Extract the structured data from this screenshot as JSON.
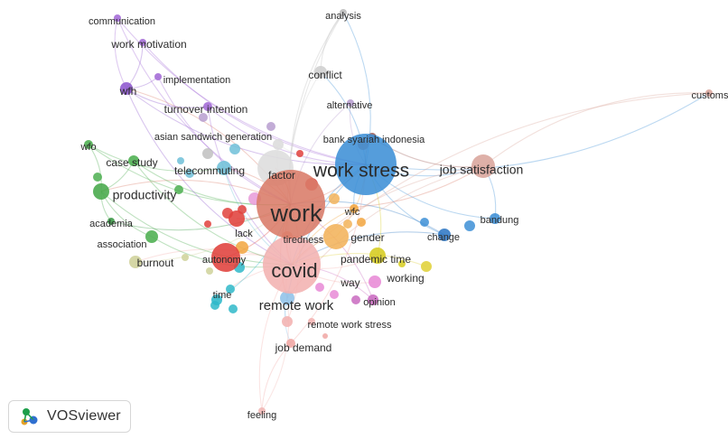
{
  "app": {
    "logo_text": "VOSviewer",
    "logo_icon": "vosviewer-logo-icon",
    "logo_colors": [
      "#1c9e4a",
      "#2f6fd0",
      "#e5a126"
    ]
  },
  "legend_colors": {
    "purple": "#a36ad6",
    "green": "#4caf50",
    "red": "#e0413c",
    "blue": "#3d8fd6",
    "gray": "#cfcfcf",
    "salmon": "#e9a9a5",
    "orange": "#f2b35b",
    "yellow": "#d6cc1f",
    "cyan": "#2fb8c9",
    "pink": "#e88ad6",
    "olive": "#cfd29a",
    "brown": "#b76b5f"
  },
  "network": {
    "nodes": [
      {
        "id": "communication",
        "label": "communication",
        "color": "#a36ad6",
        "size": 4
      },
      {
        "id": "work_motivation",
        "label": "work motivation",
        "color": "#a36ad6",
        "size": 4
      },
      {
        "id": "implementation",
        "label": "implementation",
        "color": "#a36ad6",
        "size": 4
      },
      {
        "id": "wfh",
        "label": "wfh",
        "color": "#8e58cf",
        "size": 7
      },
      {
        "id": "turnover_intention",
        "label": "turnover intention",
        "color": "#a36ad6",
        "size": 5
      },
      {
        "id": "analysis",
        "label": "analysis",
        "color": "#bcbcbc",
        "size": 4
      },
      {
        "id": "conflict",
        "label": "conflict",
        "color": "#cfcfcf",
        "size": 7
      },
      {
        "id": "alternative",
        "label": "alternative",
        "color": "#b79ecf",
        "size": 4
      },
      {
        "id": "asian_sandwich_generation",
        "label": "asian sandwich generation",
        "color": "#dcdcdc",
        "size": 6
      },
      {
        "id": "bank_syariah_indonesia",
        "label": "bank syariah indonesia",
        "color": "#9c5a52",
        "size": 5
      },
      {
        "id": "customs",
        "label": "customs",
        "color": "#d9a59c",
        "size": 4
      },
      {
        "id": "wfo",
        "label": "wfo",
        "color": "#4caf50",
        "size": 5
      },
      {
        "id": "case_study",
        "label": "case study",
        "color": "#4caf50",
        "size": 6
      },
      {
        "id": "telecommuting",
        "label": "telecommuting",
        "color": "#6fc0d8",
        "size": 8
      },
      {
        "id": "productivity",
        "label": "productivity",
        "color": "#47a84a",
        "size": 9
      },
      {
        "id": "factor",
        "label": "factor",
        "color": "#dddddd",
        "size": 20
      },
      {
        "id": "work",
        "label": "work",
        "color": "#d97b68",
        "size": 38
      },
      {
        "id": "work_stress",
        "label": "work stress",
        "color": "#3d8fd6",
        "size": 34
      },
      {
        "id": "job_satisfaction",
        "label": "job satisfaction",
        "color": "#d9a59c",
        "size": 13
      },
      {
        "id": "academia",
        "label": "academia",
        "color": "#3a9a45",
        "size": 4
      },
      {
        "id": "association",
        "label": "association",
        "color": "#4caf50",
        "size": 7
      },
      {
        "id": "burnout",
        "label": "burnout",
        "color": "#cfd29a",
        "size": 7
      },
      {
        "id": "lack",
        "label": "lack",
        "color": "#e0413c",
        "size": 9
      },
      {
        "id": "tiredness",
        "label": "tiredness",
        "color": "#f0a090",
        "size": 6
      },
      {
        "id": "wfc",
        "label": "wfc",
        "color": "#f2a640",
        "size": 5
      },
      {
        "id": "gender",
        "label": "gender",
        "color": "#f2b35b",
        "size": 14
      },
      {
        "id": "bandung",
        "label": "bandung",
        "color": "#3d8fd6",
        "size": 6
      },
      {
        "id": "change",
        "label": "change",
        "color": "#2f78c4",
        "size": 7
      },
      {
        "id": "autonomy",
        "label": "autonomy",
        "color": "#e0413c",
        "size": 16
      },
      {
        "id": "covid",
        "label": "covid",
        "color": "#f3b2b0",
        "size": 32
      },
      {
        "id": "pandemic_time",
        "label": "pandemic time",
        "color": "#d6cc1f",
        "size": 9
      },
      {
        "id": "working",
        "label": "working",
        "color": "#e0d23a",
        "size": 6
      },
      {
        "id": "way",
        "label": "way",
        "color": "#e88ad6",
        "size": 7
      },
      {
        "id": "opinion",
        "label": "opinion",
        "color": "#c96ac0",
        "size": 6
      },
      {
        "id": "time",
        "label": "time",
        "color": "#2fb8c9",
        "size": 6
      },
      {
        "id": "remote_work",
        "label": "remote work",
        "color": "#8fc2e8",
        "size": 8
      },
      {
        "id": "remote_work_stress",
        "label": "remote work stress",
        "color": "#f3b2b0",
        "size": 6
      },
      {
        "id": "job_demand",
        "label": "job demand",
        "color": "#f0a6a3",
        "size": 5
      },
      {
        "id": "feeling",
        "label": "feeling",
        "color": "#f0b7b5",
        "size": 4
      }
    ]
  }
}
